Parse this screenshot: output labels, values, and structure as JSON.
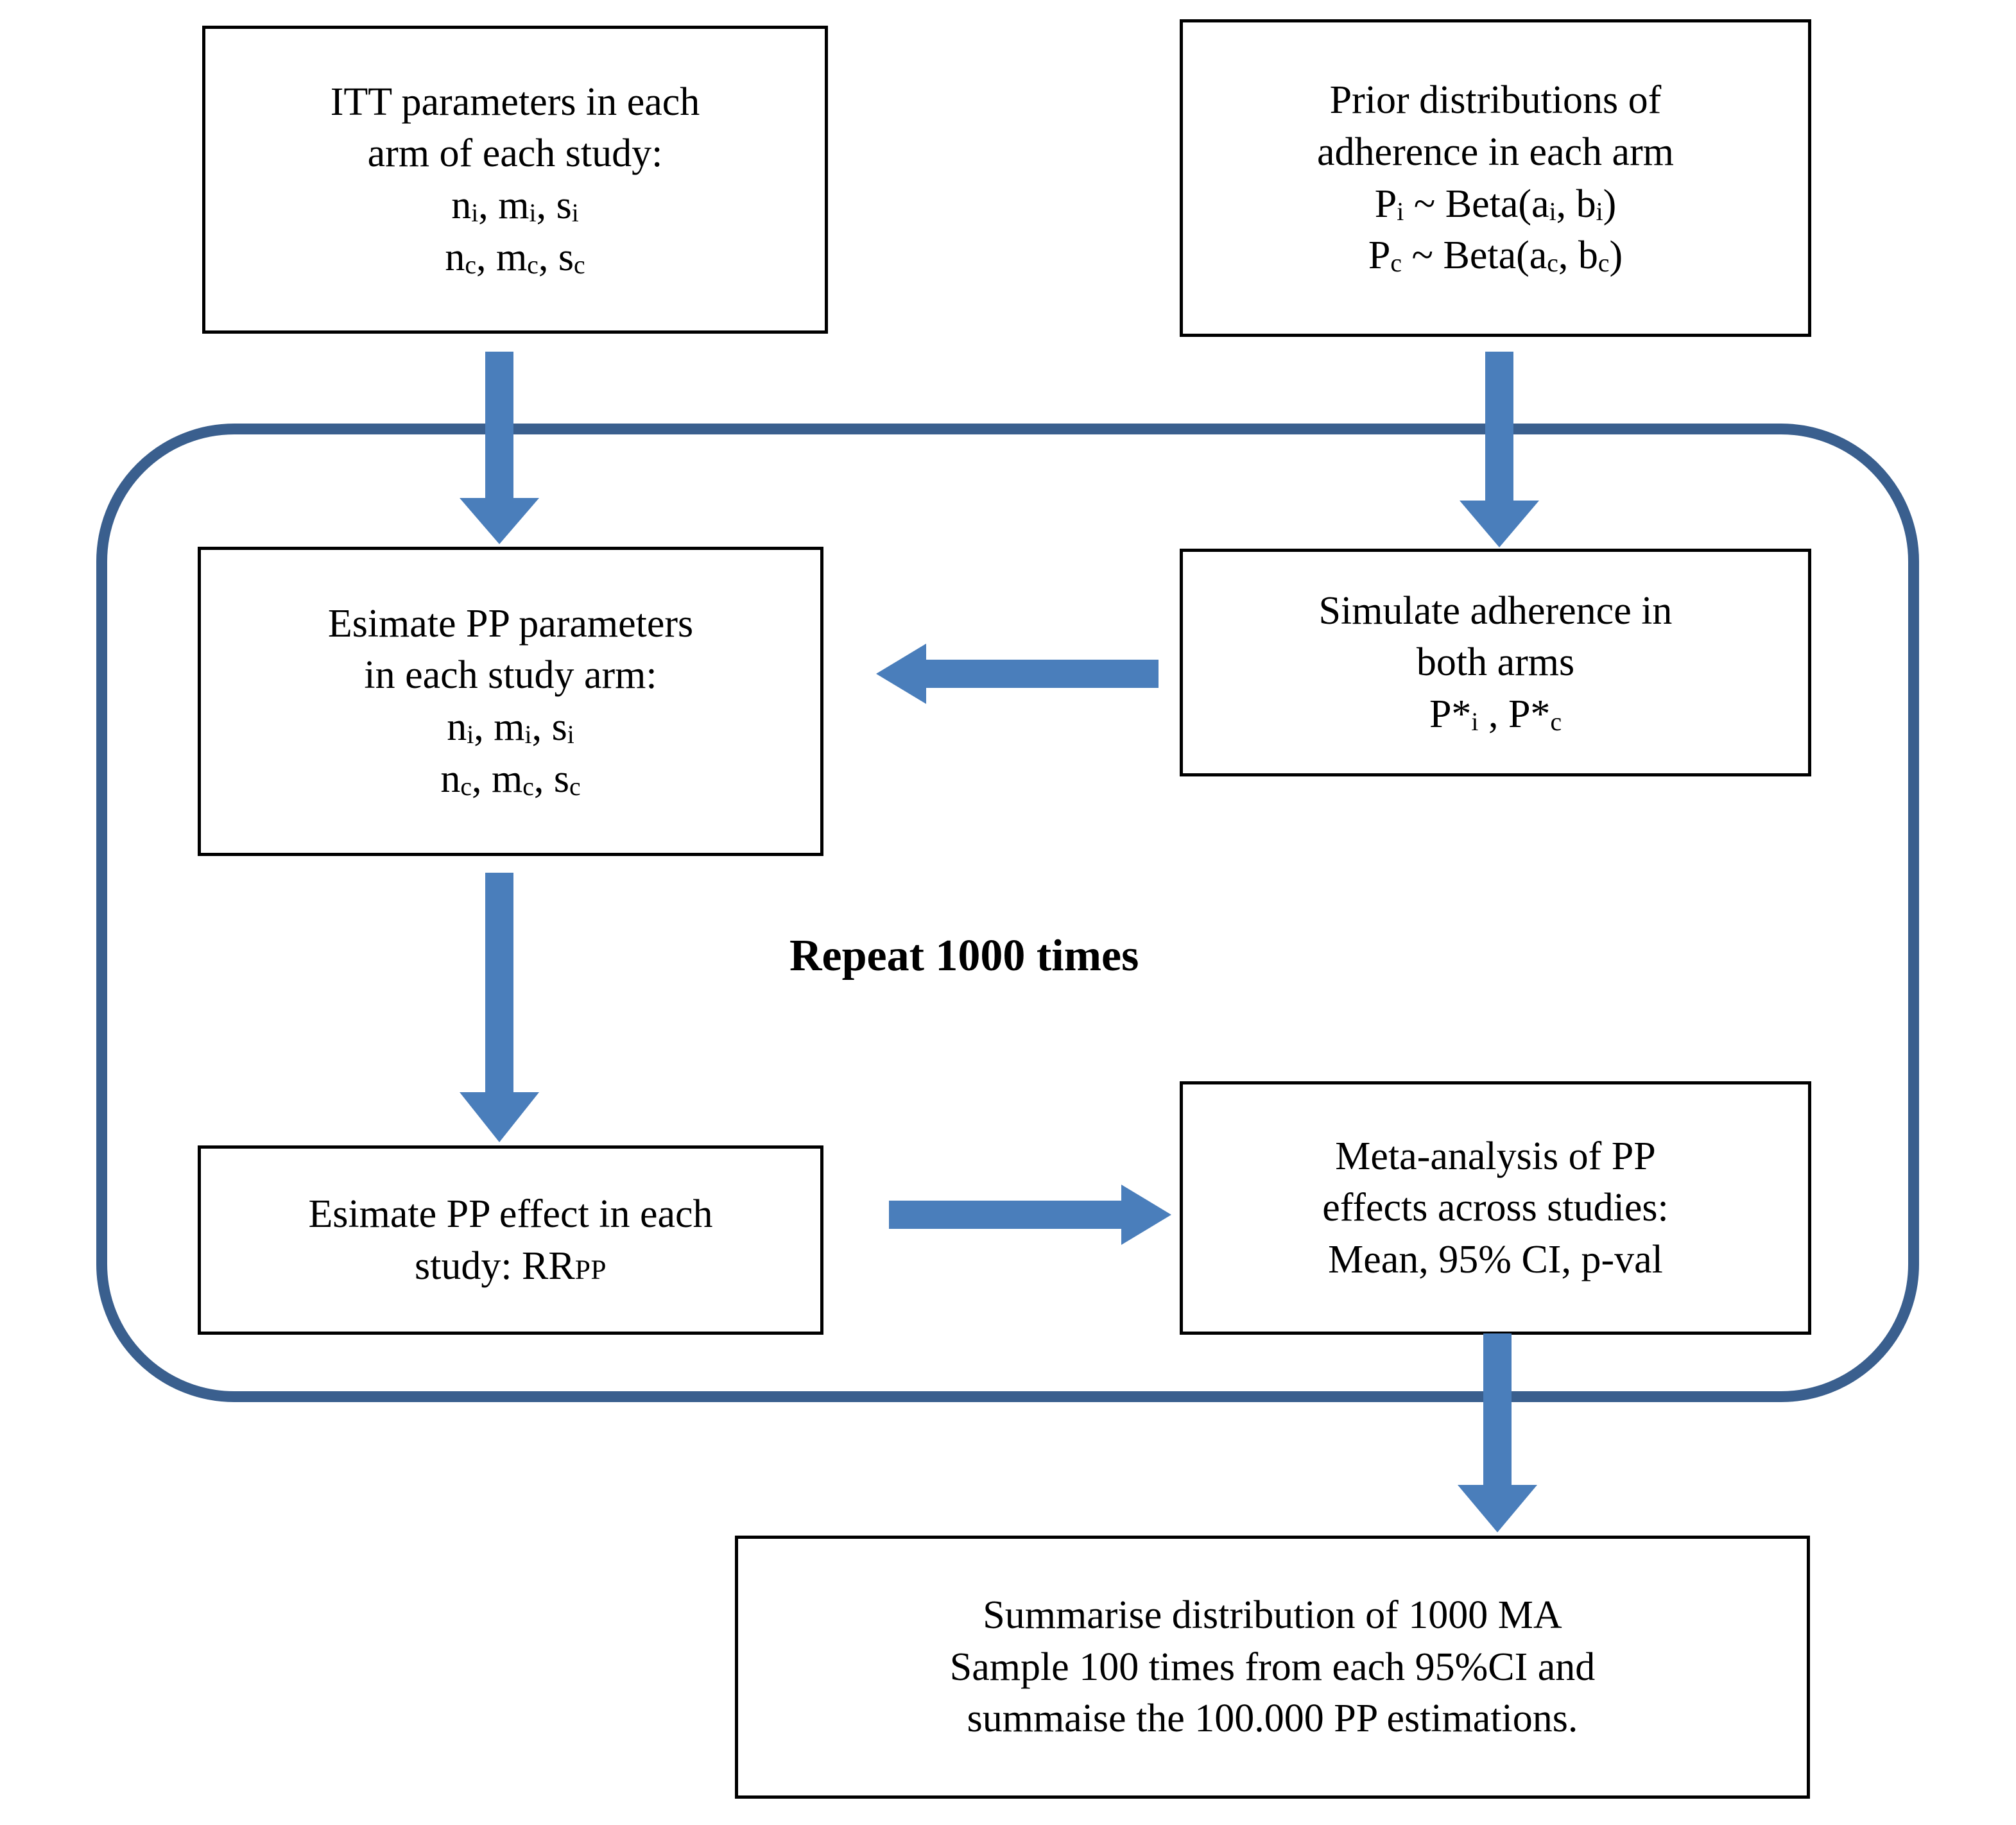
{
  "diagram": {
    "title_caption": "Repeat 1000 times",
    "colors": {
      "arrow_blue": "#4a7ebb",
      "loop_border_blue": "#3a5f8e",
      "box_border": "#000000",
      "background": "#ffffff",
      "text": "#000000"
    },
    "nodes": {
      "itt_parameters": {
        "line1": "ITT parameters in each",
        "line2": "arm of each study:",
        "line3_base": "n",
        "line3_html": "n<sub>i</sub>, m<sub>i</sub>, s<sub>i</sub>",
        "line4_html": "n<sub>c</sub>, m<sub>c</sub>, s<sub>c</sub>"
      },
      "prior_distributions": {
        "line1": "Prior distributions of",
        "line2": "adherence in each arm",
        "line3_html": "P<sub>i</sub> ~ Beta(a<sub>i</sub>, b<sub>i</sub>)",
        "line4_html": "P<sub>c</sub> ~ Beta(a<sub>c</sub>, b<sub>c</sub>)"
      },
      "estimate_pp_parameters": {
        "line1": "Esimate PP parameters",
        "line2": "in each study arm:",
        "line3_html": "n<sub>i</sub>, m<sub>i</sub>, s<sub>i</sub>",
        "line4_html": "n<sub>c</sub>, m<sub>c</sub>, s<sub>c</sub>"
      },
      "simulate_adherence": {
        "line1": "Simulate adherence in",
        "line2": "both arms",
        "line3_html": "P*<sub>i</sub> , P*<sub>c</sub>"
      },
      "estimate_pp_effect": {
        "line1": "Esimate PP effect in each",
        "line2_html": "study: RR<span class=\"sc\">PP</span>"
      },
      "meta_analysis": {
        "line1": "Meta-analysis of PP",
        "line2": "effects across studies:",
        "line3": "Mean, 95% CI, p-val"
      },
      "summarise": {
        "line1": "Summarise distribution of 1000 MA",
        "line2": "Sample 100 times from each 95%CI and",
        "line3": "summaise the 100.000 PP estimations."
      }
    },
    "arrows": [
      {
        "name": "itt-to-estimate-params",
        "direction": "down"
      },
      {
        "name": "prior-to-simulate",
        "direction": "down"
      },
      {
        "name": "simulate-to-estimate-params",
        "direction": "left"
      },
      {
        "name": "estimate-params-to-estimate-effect",
        "direction": "down"
      },
      {
        "name": "estimate-effect-to-meta-analysis",
        "direction": "right"
      },
      {
        "name": "meta-analysis-to-summarise",
        "direction": "down"
      }
    ]
  }
}
